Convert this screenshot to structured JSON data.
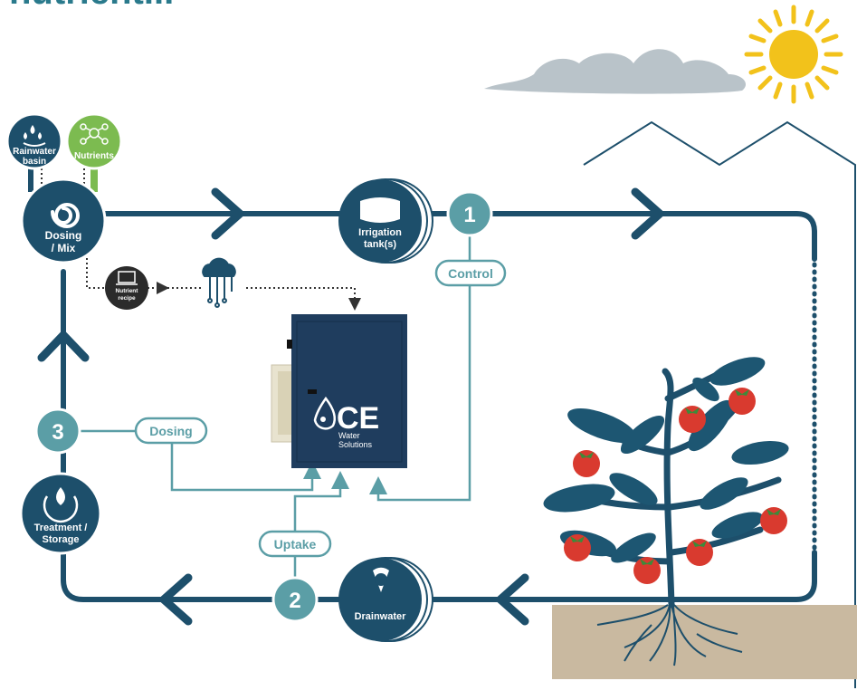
{
  "header": {
    "title_fragment": "nutrient..."
  },
  "nodes": {
    "rainwater": "Rainwater basin",
    "rainwater_l1": "Rainwater",
    "rainwater_l2": "basin",
    "nutrients": "Nutrients",
    "dosing_mix_l1": "Dosing",
    "dosing_mix_l2": "/ Mix",
    "irrigation_l1": "Irrigation",
    "irrigation_l2": "tank(s)",
    "treatment_l1": "Treatment /",
    "treatment_l2": "Storage",
    "drainwater": "Drainwater",
    "nutrient_recipe_l1": "Nutrient",
    "nutrient_recipe_l2": "recipe"
  },
  "steps": [
    {
      "number": "1",
      "label": "Control"
    },
    {
      "number": "2",
      "label": "Uptake"
    },
    {
      "number": "3",
      "label": "Dosing"
    }
  ],
  "device": {
    "brand": "CE",
    "sub1": "Water",
    "sub2": "Solutions"
  },
  "colors": {
    "navy": "#1d4f6b",
    "teal": "#5b9ea6",
    "green": "#7cbb50",
    "tomato": "#d93a2f",
    "soil": "#c9b9a0",
    "cloud": "#b9c3c9",
    "sun": "#f2c21b"
  }
}
